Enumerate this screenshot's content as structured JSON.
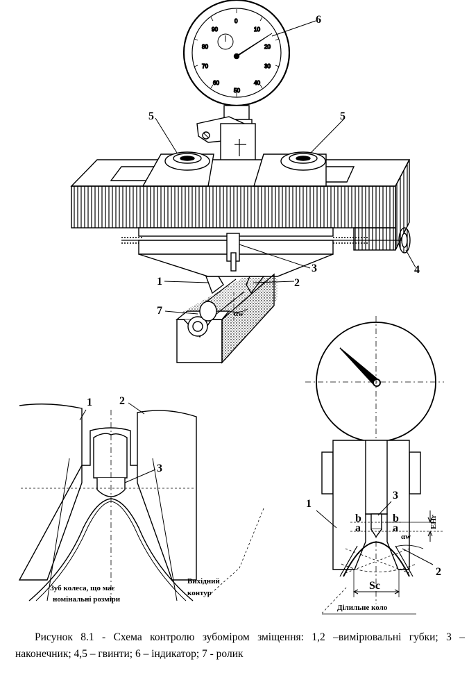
{
  "labels": {
    "top_1": "1",
    "top_2": "2",
    "top_3": "3",
    "top_4": "4",
    "top_5a": "5",
    "top_5b": "5",
    "top_6": "6",
    "top_7": "7",
    "top_alpha": "αw",
    "left_1": "1",
    "left_2": "2",
    "left_3": "3",
    "right_1": "1",
    "right_2": "2",
    "right_3": "3",
    "right_b1": "b",
    "right_a1": "a",
    "right_b2": "b",
    "right_a2": "a",
    "right_ehr": "EHr",
    "right_alpha": "αw",
    "right_sc": "Sc"
  },
  "dial_numbers": [
    "0",
    "10",
    "20",
    "30",
    "40",
    "50",
    "60",
    "70",
    "80",
    "90"
  ],
  "notes": {
    "gear_note_1": "Зуб колеса, що має",
    "gear_note_2": "номінальні розміри",
    "contour_1": "Вихідний",
    "contour_2": "контур",
    "circle": "Ділильне коло"
  },
  "caption": "Рисунок 8.1 -   Схема контролю зубоміром зміщення: 1,2 –вимірювальні губки; 3 – наконечник; 4,5 – гвинти; 6 – індикатор; 7 - ролик"
}
